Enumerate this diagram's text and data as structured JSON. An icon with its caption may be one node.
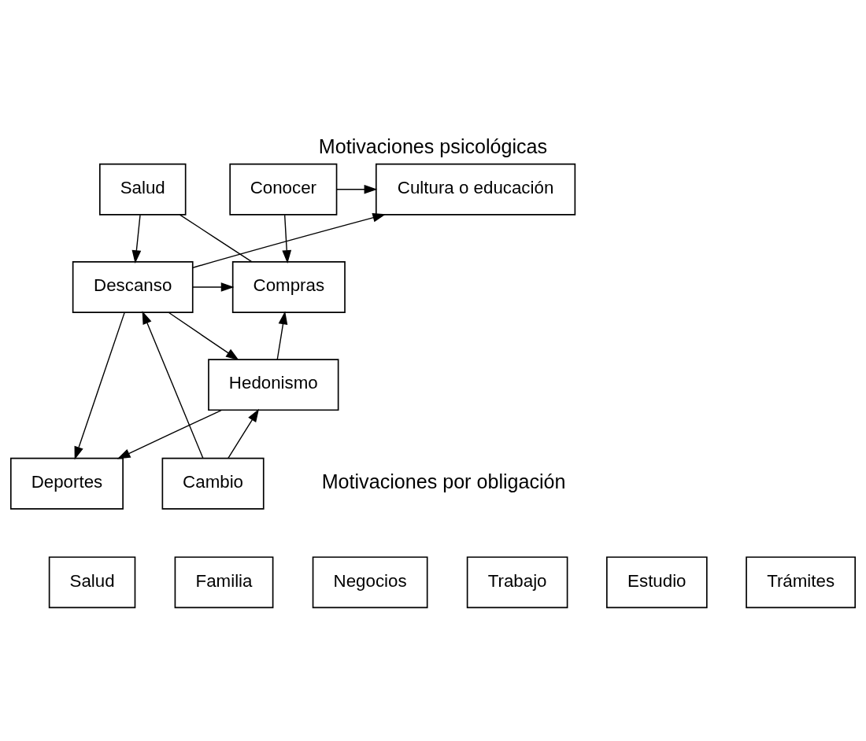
{
  "diagram": {
    "title": "Motivaciones psicológicas",
    "nodes": [
      {
        "text": [
          "Conocer"
        ]
      },
      {
        "text": [
          "Cultura o educación"
        ]
      },
      {
        "text": [
          "Salud"
        ]
      },
      {
        "text": [
          "Deportes"
        ]
      },
      {
        "text": [
          "Cambio"
        ]
      },
      {
        "text": [
          "Descanso"
        ]
      },
      {
        "text": [
          "Compras"
        ]
      },
      {
        "text": [
          "Hedonismo"
        ]
      },
      {
        "text": [
          "Salud"
        ]
      },
      {
        "text": [
          "Familia"
        ]
      },
      {
        "text": [
          "Negocios"
        ]
      },
      {
        "text": [
          "Trabajo"
        ]
      },
      {
        "text": [
          "Estudio"
        ]
      },
      {
        "text": [
          "Trámites"
        ]
      }
    ],
    "edges": [
      {
        "from": 0,
        "to": 1,
        "arrow": "to"
      },
      {
        "from": 0,
        "to": 6,
        "arrow": "to"
      },
      {
        "from": 5,
        "to": 1,
        "arrow": "to"
      },
      {
        "from": 2,
        "to": 5,
        "arrow": "to"
      },
      {
        "from": 4,
        "to": 5,
        "arrow": "to"
      },
      {
        "from": 4,
        "to": 7,
        "arrow": "to"
      },
      {
        "from": 7,
        "to": 3,
        "arrow": "to"
      },
      {
        "from": 5,
        "to": 3,
        "arrow": "to"
      },
      {
        "from": 5,
        "to": 6,
        "arrow": "to"
      },
      {
        "from": 5,
        "to": 7,
        "arrow": "to"
      },
      {
        "from": 7,
        "to": 6,
        "arrow": "to"
      },
      {
        "from": 2,
        "to": 6,
        "arrow": "none"
      }
    ],
    "labels": [
      "Motivaciones por obligación"
    ]
  }
}
